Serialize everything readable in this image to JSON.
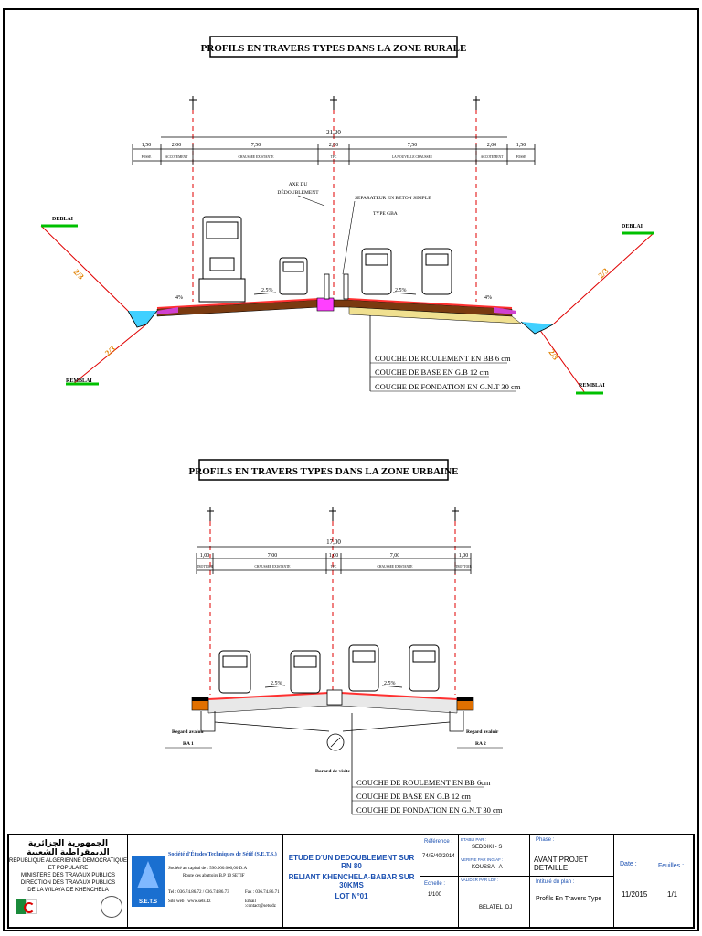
{
  "rural": {
    "title": "PROFILS EN TRAVERS TYPES DANS LA ZONE RURALE",
    "total": "21,20",
    "dims": [
      "1,50",
      "2,00",
      "7,50",
      "2,00",
      "7,50",
      "2,00",
      "1,50"
    ],
    "zones": [
      "FOSSE",
      "ACCOTEMENT",
      "CHAUSSEE EXISTANTE",
      "TPC",
      "LA NOUVELLE CHAUSSEE",
      "ACCOTEMENT",
      "FOSSE"
    ],
    "axis_label_1": "AXE DU",
    "axis_label_2": "DÉDOUBLEMENT",
    "separator_1": "SEPARATEUR EN BETON SIMPLE",
    "separator_2": "TYPE GBA",
    "deblai": "DEBLAI",
    "remblai": "REMBLAI",
    "slope": "2/3",
    "pct_shoulder": "4%",
    "pct_road": "2.5%",
    "layers": [
      "COUCHE DE ROULEMENT EN BB 6 cm",
      "COUCHE DE BASE EN G.B 12 cm",
      "COUCHE DE FONDATION EN G.N.T  30 cm"
    ]
  },
  "urban": {
    "title": "PROFILS EN TRAVERS TYPES DANS LA ZONE URBAINE",
    "total": "17,00",
    "dims": [
      "1,00",
      "7,00",
      "1,00",
      "7,00",
      "1,00"
    ],
    "zones": [
      "TROTTOIR",
      "CHAUSSEE EXISTANTE",
      "TPC",
      "CHAUSSEE EXISTANTE",
      "TROTTOIR"
    ],
    "pct_road": "2.5%",
    "regard_left_1": "Regard avaloir",
    "regard_left_2": "RA 1",
    "regard_right_1": "Regard avaloir",
    "regard_right_2": "RA 2",
    "regard_visite": "Rorard de visite",
    "layers": [
      "COUCHE DE ROULEMENT EN BB 6cm",
      "COUCHE DE BASE EN G.B 12 cm",
      "COUCHE DE FONDATION EN G.N.T  30 cm"
    ]
  },
  "title_block": {
    "republic_ar": "الجمهورية الجزائرية الديمقراطية الشعبية",
    "republic_fr": "REPUBLIQUE ALGERIENNE DEMOCRATIQUE ET POPULAIRE",
    "ministry": "MINISTERE DES TRAVAUX PUBLICS",
    "direction": "DIRECTION DES TRAVAUX PUBLICS",
    "wilaya": "DE LA WILAYA DE KHENCHELA",
    "company": "Société d'Études Techniques de Sétif (S.E.T.S.)",
    "capital": "Société au capital de : 590.000.000,00 D.A",
    "address": "Route des abattoirs B.P 10 SETIF",
    "tel": "Tel : 036.74.86.72 / 036.74.86.73",
    "fax": "Fax : 036.74.86.71",
    "site": "Site web : www.sets.dz",
    "email": "Email :contact@sets.dz",
    "logo_text": "S.E.T.S",
    "project_1": "ETUDE D'UN DEDOUBLEMENT SUR RN 80",
    "project_2": "RELIANT KHENCHELA-BABAR SUR 30KMS",
    "project_3": "LOT N°01",
    "reference_label": "Référence :",
    "reference": "74/E/40/2014",
    "scale_label": "Echelle :",
    "scale": "1/100",
    "etabli_label": "ETABLI PAR :",
    "etabli": "SEDDIKI - S",
    "verifie_label": "VERIFIE PAR ING/AF :",
    "verifie": "KOUSSA - A",
    "valide_label": "VALIDER PAR LDF :",
    "valide": "BELATEL .DJ",
    "phase_label": "Phase :",
    "phase": "AVANT PROJET DETAILLE",
    "intitule_label": "Intitulé du plan :",
    "intitule": "Profils En Travers Type",
    "date_label": "Date :",
    "date": "11/2015",
    "feuilles_label": "Feuilles :",
    "feuilles": "1/1"
  }
}
